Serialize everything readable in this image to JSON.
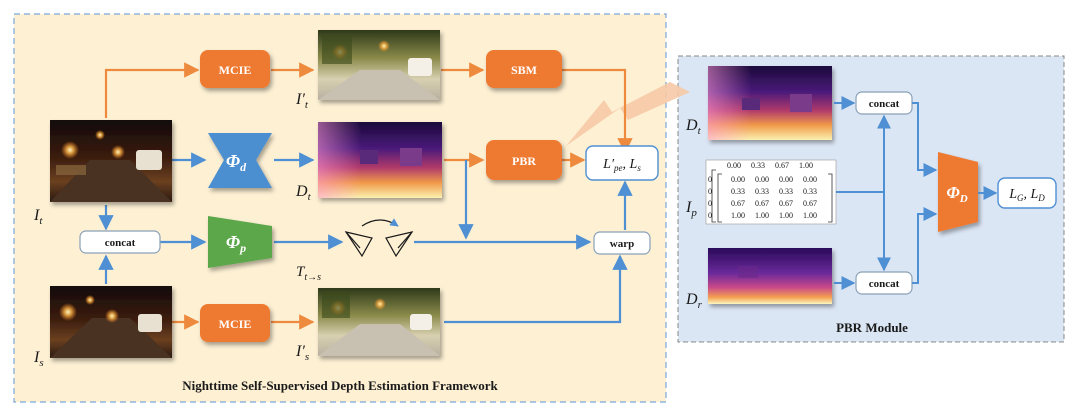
{
  "left_panel": {
    "title": "Nighttime Self-Supervised Depth Estimation Framework",
    "inputs": {
      "target": "I",
      "target_sub": "t",
      "source": "I",
      "source_sub": "s"
    },
    "modules": {
      "mcie_top": "MCIE",
      "mcie_bottom": "MCIE",
      "sbm": "SBM",
      "pbr": "PBR",
      "concat": "concat",
      "warp": "warp",
      "phi_d": "Φ",
      "phi_d_sub": "d",
      "phi_p": "Φ",
      "phi_p_sub": "p"
    },
    "labels": {
      "it_prime": "I′",
      "it_prime_sub": "t",
      "is_prime": "I′",
      "is_prime_sub": "s",
      "dt": "D",
      "dt_sub": "t",
      "pose": "T",
      "pose_sub": "t→s",
      "loss": "L′",
      "loss_sub": "pe",
      "loss_rest": ", L",
      "loss_rest_sub": "s"
    }
  },
  "right_panel": {
    "title": "PBR Module",
    "labels": {
      "dt": "D",
      "dt_sub": "t",
      "ip": "I",
      "ip_sub": "p",
      "dr": "D",
      "dr_sub": "r",
      "out": "L",
      "out_sub": "G",
      "out_mid": ", L",
      "out_sub2": "D"
    },
    "modules": {
      "concat_top": "concat",
      "concat_bottom": "concat",
      "phi": "Φ",
      "phi_sub": "D"
    },
    "matrix_header": [
      "0.00",
      "0.33",
      "0.67",
      "1.00"
    ],
    "matrix": [
      [
        "0.00",
        "0.00",
        "0.00",
        "0.00"
      ],
      [
        "0.33",
        "0.33",
        "0.33",
        "0.33"
      ],
      [
        "0.67",
        "0.67",
        "0.67",
        "0.67"
      ],
      [
        "1.00",
        "1.00",
        "1.00",
        "1.00"
      ]
    ],
    "matrix_side": [
      "0",
      "0",
      "0",
      "0"
    ]
  },
  "colors": {
    "left_bg": "#fdf0d3",
    "right_bg": "#dbe6f4",
    "orange_box": "#ee7a31",
    "orange_arrow": "#ee8a3e",
    "blue_arrow": "#4f8fd3",
    "phi_d": "#4b8fd1",
    "phi_p": "#5ba74a",
    "phi_D": "#ee7a31"
  }
}
